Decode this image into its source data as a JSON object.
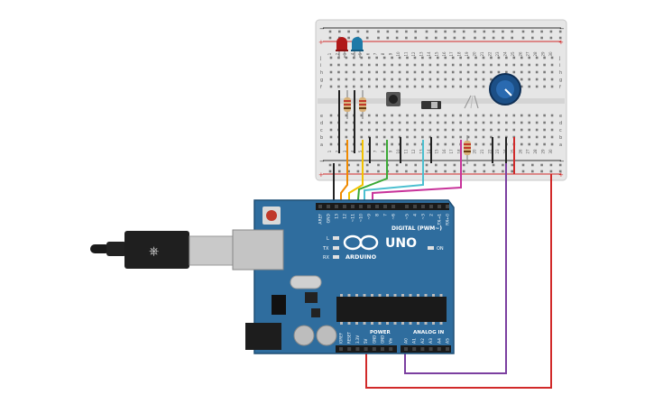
{
  "breadboard": {
    "row_letters_top": [
      "j",
      "i",
      "h",
      "g",
      "f"
    ],
    "row_letters_bottom": [
      "e",
      "d",
      "c",
      "b",
      "a"
    ],
    "column_numbers": [
      "1",
      "2",
      "3",
      "4",
      "5",
      "6",
      "7",
      "8",
      "9",
      "10",
      "11",
      "12",
      "13",
      "14",
      "15",
      "16",
      "17",
      "18",
      "19",
      "20",
      "21",
      "22",
      "23",
      "24",
      "25",
      "26",
      "27",
      "28",
      "29",
      "30"
    ],
    "rail_plus": "+",
    "rail_minus": "−"
  },
  "board": {
    "brand": "ARDUINO",
    "model": "UNO",
    "digital_label": "DIGITAL (PWM~)",
    "analog_label": "ANALOG IN",
    "power_label": "POWER",
    "on_label": "ON",
    "led_labels": [
      "L",
      "TX",
      "RX"
    ],
    "digital_pins": [
      "AREF",
      "GND",
      "13",
      "12",
      "~11",
      "~10",
      "~9",
      "8",
      "7",
      "~6",
      "~5",
      "4",
      "~3",
      "2",
      "TX→1",
      "RX←0"
    ],
    "power_pins": [
      "IOREF",
      "RESET",
      "3.3V",
      "5V",
      "GND",
      "GND",
      "Vin"
    ],
    "analog_pins": [
      "A0",
      "A1",
      "A2",
      "A3",
      "A4",
      "A5"
    ]
  },
  "colors": {
    "board_blue": "#2f6d9e",
    "board_edge": "#1f4f75",
    "breadboard": "#e6e6e6",
    "wire_red": "#d12a2a",
    "wire_black": "#222222",
    "wire_orange": "#f08a00",
    "wire_yellow": "#f2c200",
    "wire_green": "#3aa935",
    "wire_cyan": "#4bbfd0",
    "wire_magenta": "#c8339a",
    "wire_purple": "#7b3fa0",
    "led_red": "#b01818",
    "led_blue": "#1e7aa8",
    "pot_blue": "#1c4f86"
  },
  "components": {
    "usb_cable": "usb-cable",
    "leds": [
      "red-led",
      "blue-led"
    ],
    "resistors": 3,
    "pushbutton": "pushbutton",
    "slide_switch": "slide-switch",
    "photoresistor": "photoresistor",
    "potentiometer": "potentiometer"
  }
}
